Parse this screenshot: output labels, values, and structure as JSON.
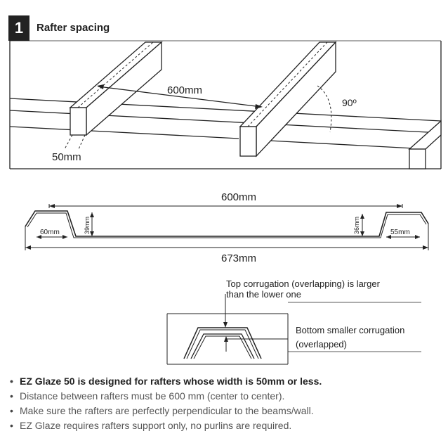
{
  "step": {
    "number": "1",
    "title": "Rafter spacing"
  },
  "perspective": {
    "spacing_label": "600mm",
    "width_label": "50mm",
    "angle_label": "90º"
  },
  "profile": {
    "overall_top": "600mm",
    "overall_bottom": "673mm",
    "left_width": "60mm",
    "left_height": "39mm",
    "right_height": "36mm",
    "right_width": "55mm"
  },
  "detail": {
    "top_note_line1": "Top corrugation (overlapping) is larger",
    "top_note_line2": "than the lower one",
    "bottom_note_line1": "Bottom smaller corrugation",
    "bottom_note_line2": "(overlapped)"
  },
  "bullets": [
    "EZ Glaze 50 is designed for rafters whose width is 50mm or less.",
    "Distance between rafters must be 600 mm (center to center).",
    "Make sure the rafters are perfectly perpendicular to the beams/wall.",
    "EZ Glaze requires rafters support only, no purlins are required."
  ]
}
